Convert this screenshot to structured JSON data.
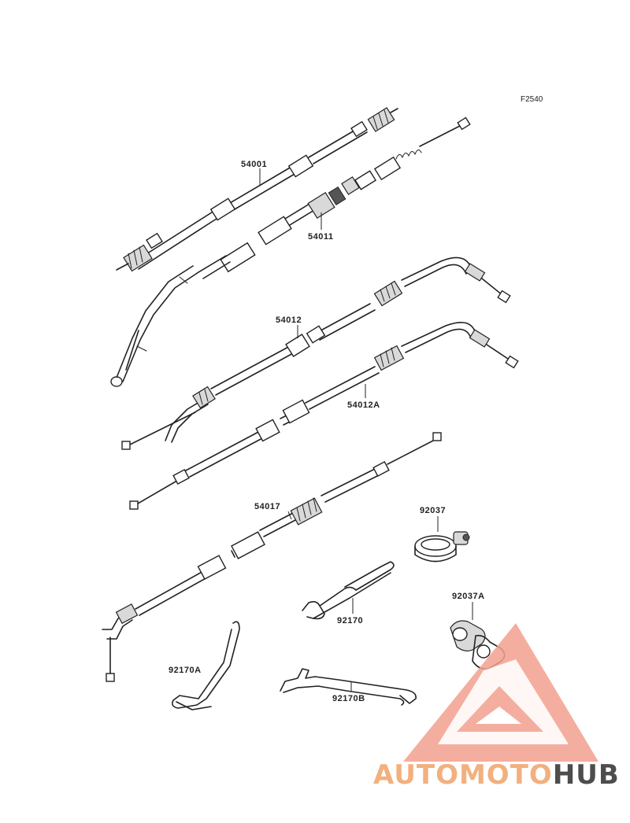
{
  "figure_code": "F2540",
  "parts": {
    "p54001": "54001",
    "p54011": "54011",
    "p54012": "54012",
    "p54012A": "54012A",
    "p54017": "54017",
    "p92037": "92037",
    "p92037A": "92037A",
    "p92170": "92170",
    "p92170A": "92170A",
    "p92170B": "92170B"
  },
  "watermark": {
    "part1": "AUTOMOTO",
    "part2": "HUB",
    "color_primary": "#f3a18f",
    "color_secondary": "#f5c889",
    "color_hub": "#4d4d4d"
  }
}
